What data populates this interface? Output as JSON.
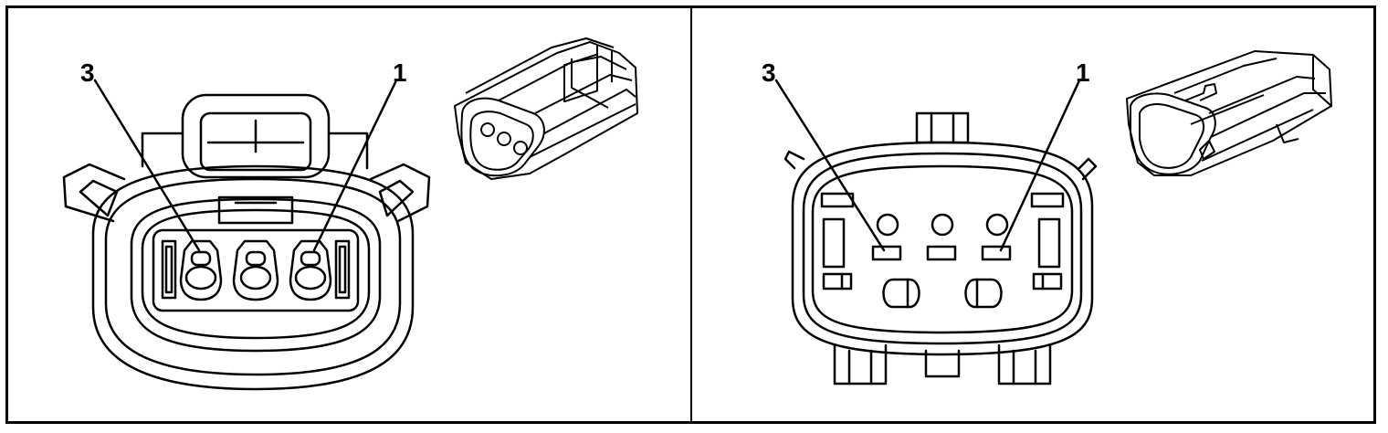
{
  "left_view": {
    "callouts": {
      "terminal_3": "3",
      "terminal_1": "1"
    }
  },
  "right_view": {
    "callouts": {
      "terminal_3": "3",
      "terminal_1": "1"
    }
  }
}
